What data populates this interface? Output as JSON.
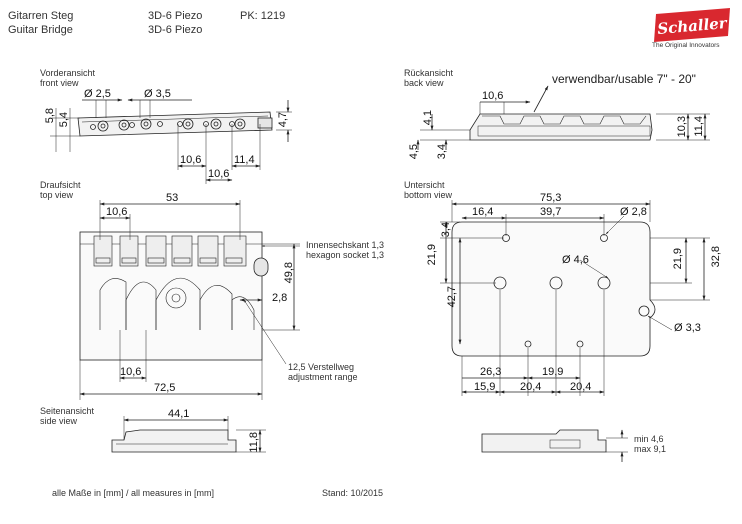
{
  "header": {
    "name_de": "Gitarren Steg",
    "name_en": "Guitar Bridge",
    "model_1": "3D-6 Piezo",
    "model_2": "3D-6 Piezo",
    "pk": "PK: 1219"
  },
  "logo": {
    "brand": "Schaller",
    "tagline": "The Original Innovators",
    "color": "#d9282f"
  },
  "front_view": {
    "title_de": "Vorderansicht",
    "title_en": "front view",
    "d1": "Ø 2,5",
    "d2": "Ø 3,5",
    "h1": "5,8",
    "h2": "5,4",
    "h3": "4,7",
    "s1": "10,6",
    "s2": "11,4",
    "s3": "10,6"
  },
  "back_view": {
    "title_de": "Rückansicht",
    "title_en": "back view",
    "usable": "verwendbar/usable 7\" - 20\"",
    "w": "10,6",
    "h1": "4,1",
    "h2": "4,5",
    "h3": "3,4",
    "r1": "10,3",
    "r2": "11,4"
  },
  "top_view": {
    "title_de": "Draufsicht",
    "title_en": "top view",
    "a": "53",
    "b": "10,6",
    "c": "49,8",
    "d": "2,8",
    "e": "10,6",
    "f": "72,5",
    "hex_de": "Innensechskant 1,3",
    "hex_en": "hexagon socket 1,3",
    "adj_de": "12,5 Verstellweg",
    "adj_en": "adjustment range"
  },
  "bottom_view": {
    "title_de": "Untersicht",
    "title_en": "bottom view",
    "w": "75,3",
    "a": "16,4",
    "b": "39,7",
    "c": "Ø 2,8",
    "d": "3,4",
    "e": "21,9",
    "f": "Ø 4,6",
    "g": "21,9",
    "h": "32,8",
    "i": "42,7",
    "j": "Ø 3,3",
    "k": "26,3",
    "l": "19,9",
    "m": "15,9",
    "n": "20,4",
    "o": "20,4"
  },
  "side_view": {
    "title_de": "Seitenansicht",
    "title_en": "side view",
    "len": "44,1",
    "h": "11,8"
  },
  "side_view_2": {
    "min": "min  4,6",
    "max": "max 9,1"
  },
  "footer": {
    "units": "alle Maße in [mm] / all measures in [mm]",
    "stand": "Stand: 10/2015"
  }
}
